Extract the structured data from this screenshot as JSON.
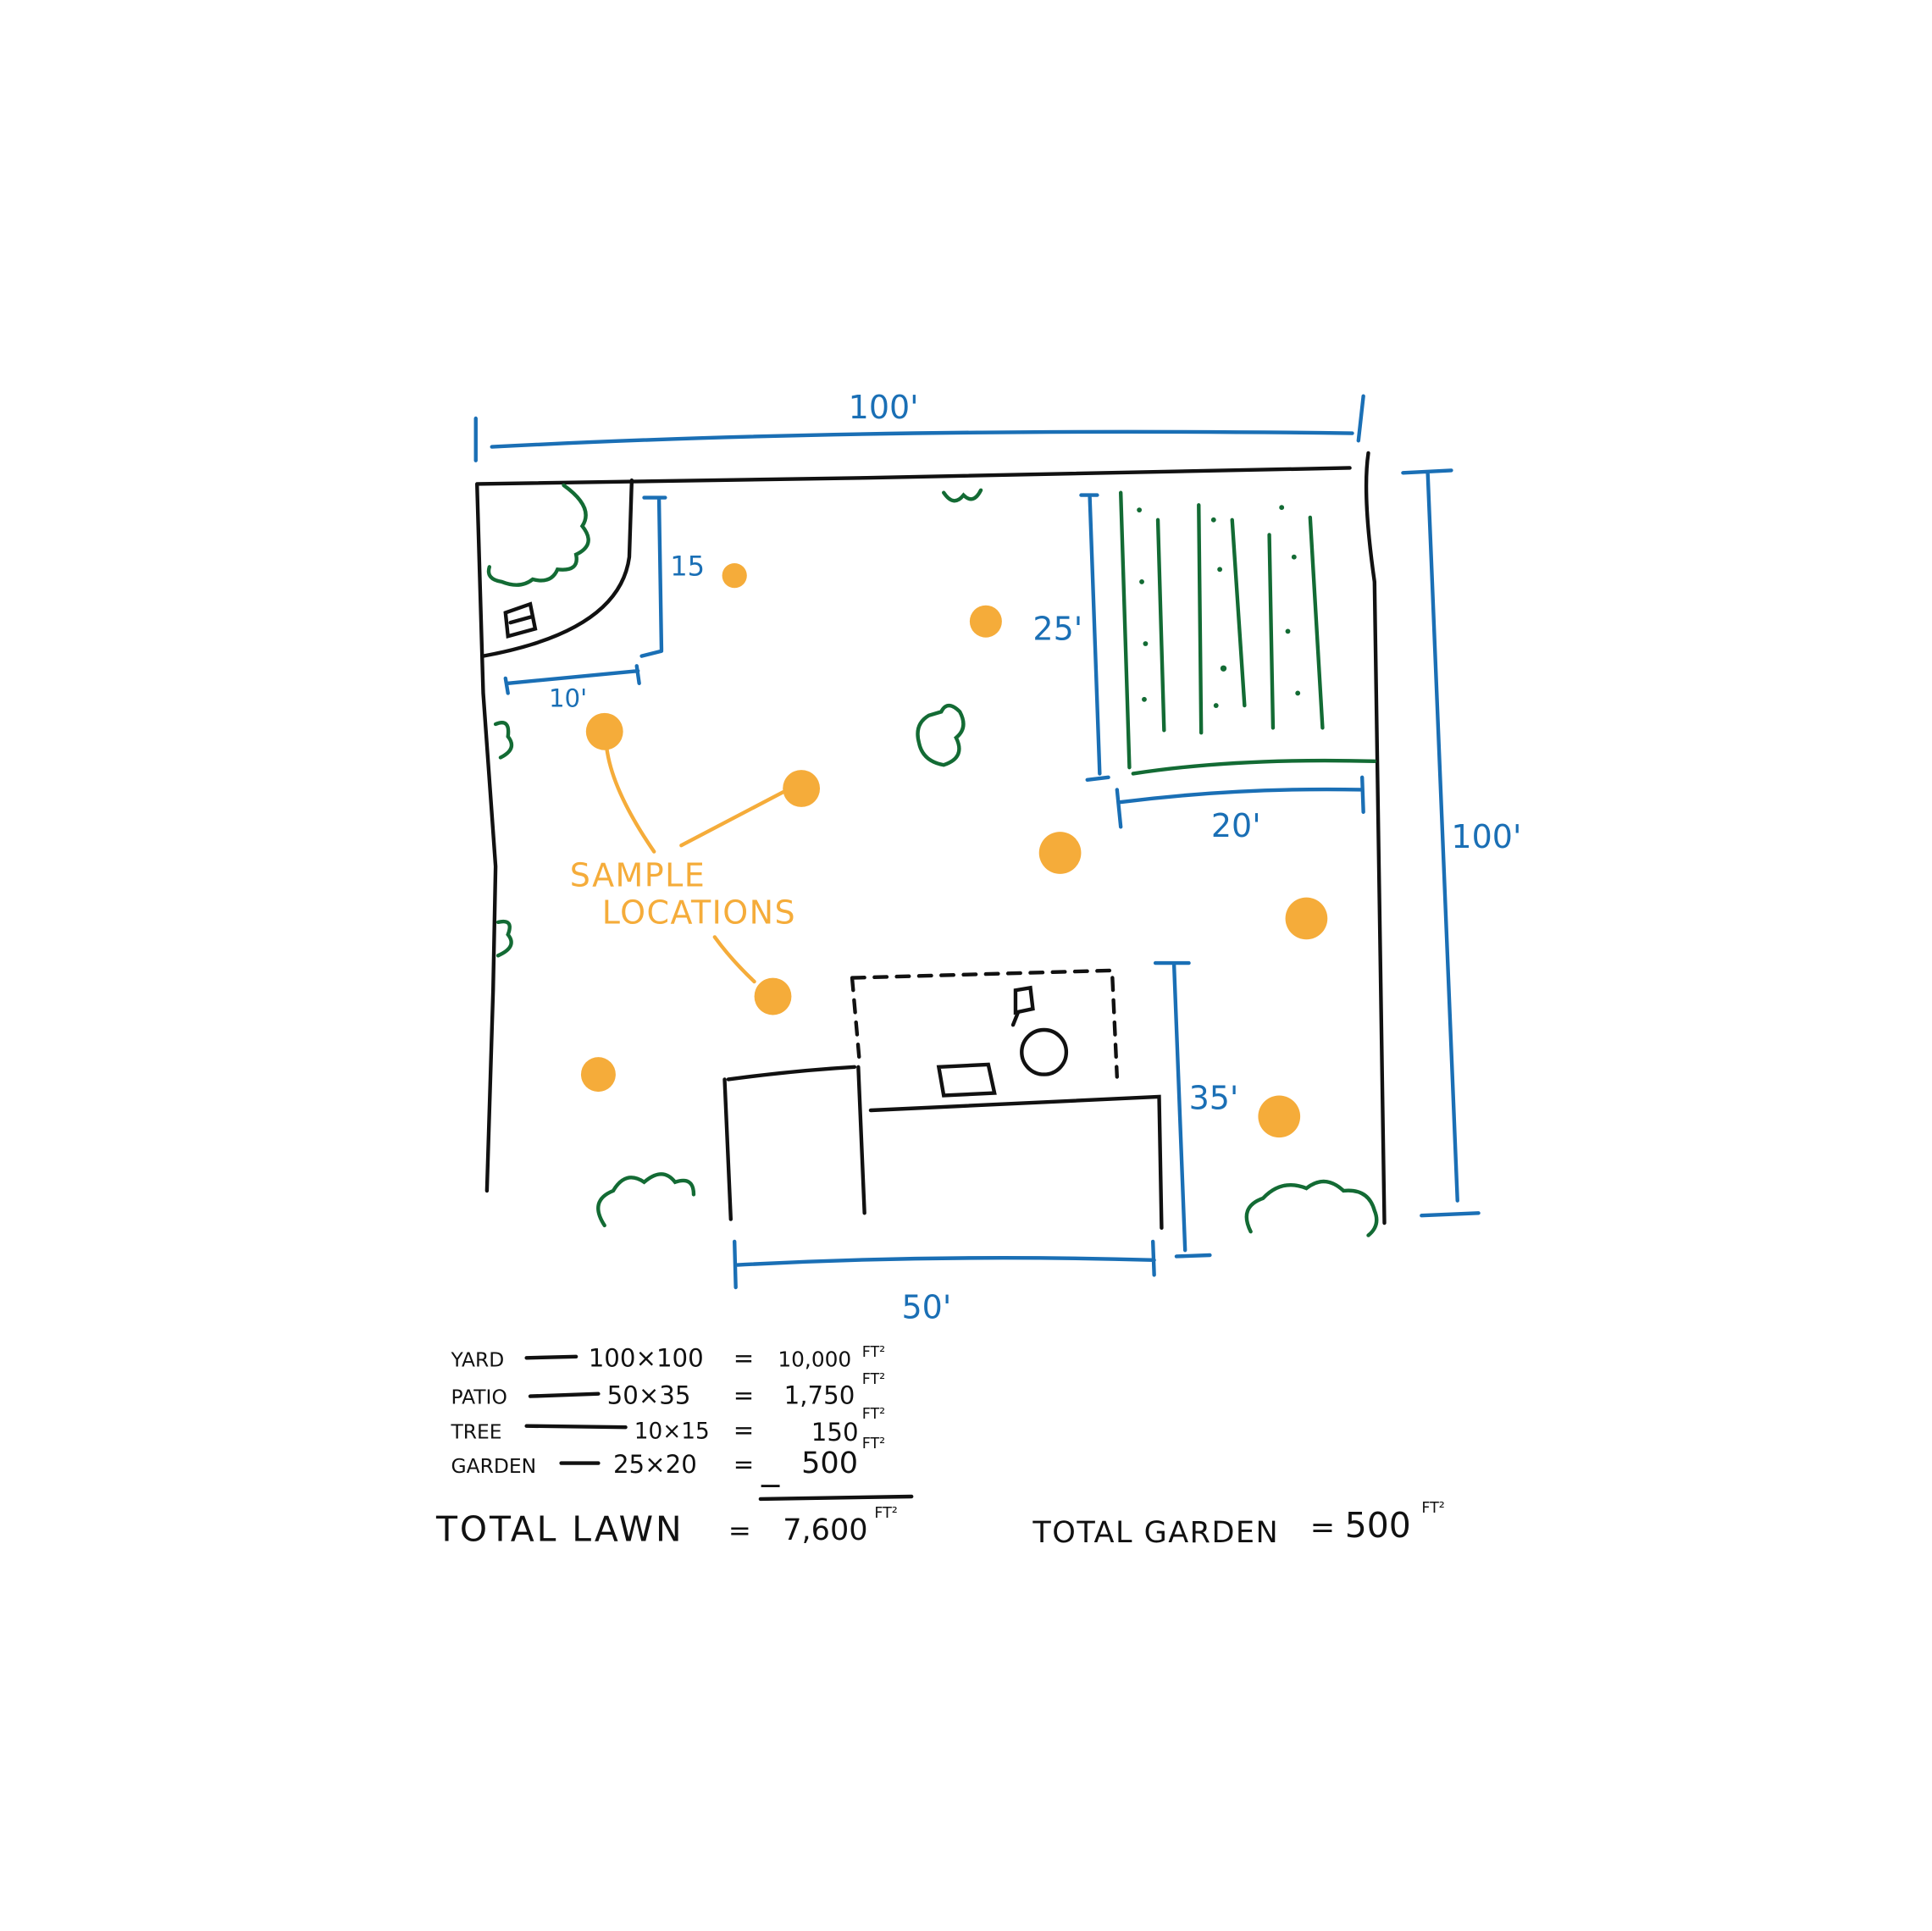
{
  "title": "Yard plan with sample locations",
  "colors": {
    "outline": "#111111",
    "dimension": "#1a6fb5",
    "plants": "#136b34",
    "samples": "#f5ac3a"
  },
  "dimensions": {
    "yard_width": "100'",
    "yard_height": "100'",
    "tree_height": "15",
    "tree_width": "10'",
    "garden_height": "25'",
    "garden_width": "20'",
    "patio_height": "35'",
    "patio_width": "50'"
  },
  "annotation": {
    "line1": "SAMPLE",
    "line2": "LOCATIONS"
  },
  "sample_count": 9,
  "calculations": [
    {
      "name": "YARD",
      "dims": "100×100",
      "eq": "=",
      "area": "10,000",
      "unit": "FT²"
    },
    {
      "name": "PATIO",
      "dims": "50×35",
      "eq": "=",
      "area": "1,750",
      "unit": "FT²"
    },
    {
      "name": "TREE",
      "dims": "10×15",
      "eq": "=",
      "area": "150",
      "unit": "FT²"
    },
    {
      "name": "GARDEN",
      "dims": "25×20",
      "eq": "=",
      "area": "500",
      "unit": "FT²"
    }
  ],
  "minus": "−",
  "total_lawn": {
    "label": "TOTAL LAWN",
    "eq": "=",
    "value": "7,600",
    "unit": "FT²"
  },
  "total_garden": {
    "label": "TOTAL GARDEN",
    "eq": "=",
    "value": "500",
    "unit": "FT²"
  }
}
